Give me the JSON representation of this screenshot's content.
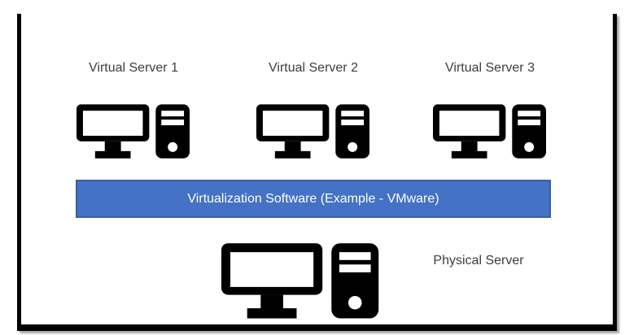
{
  "colors": {
    "background": "#ffffff",
    "frame": "#000000",
    "icon": "#000000",
    "label_text": "#3d3d3d",
    "bar_fill": "#4472c4",
    "bar_border": "#3a5fa5",
    "bar_text": "#ffffff"
  },
  "virtual_servers": [
    {
      "label": "Virtual Server 1",
      "icon": "desktop-computer-icon"
    },
    {
      "label": "Virtual Server 2",
      "icon": "desktop-computer-icon"
    },
    {
      "label": "Virtual Server 3",
      "icon": "desktop-computer-icon"
    }
  ],
  "virtualization_bar": {
    "label": "Virtualization Software (Example - VMware)"
  },
  "physical_server": {
    "label": "Physical Server",
    "icon": "desktop-computer-icon"
  }
}
